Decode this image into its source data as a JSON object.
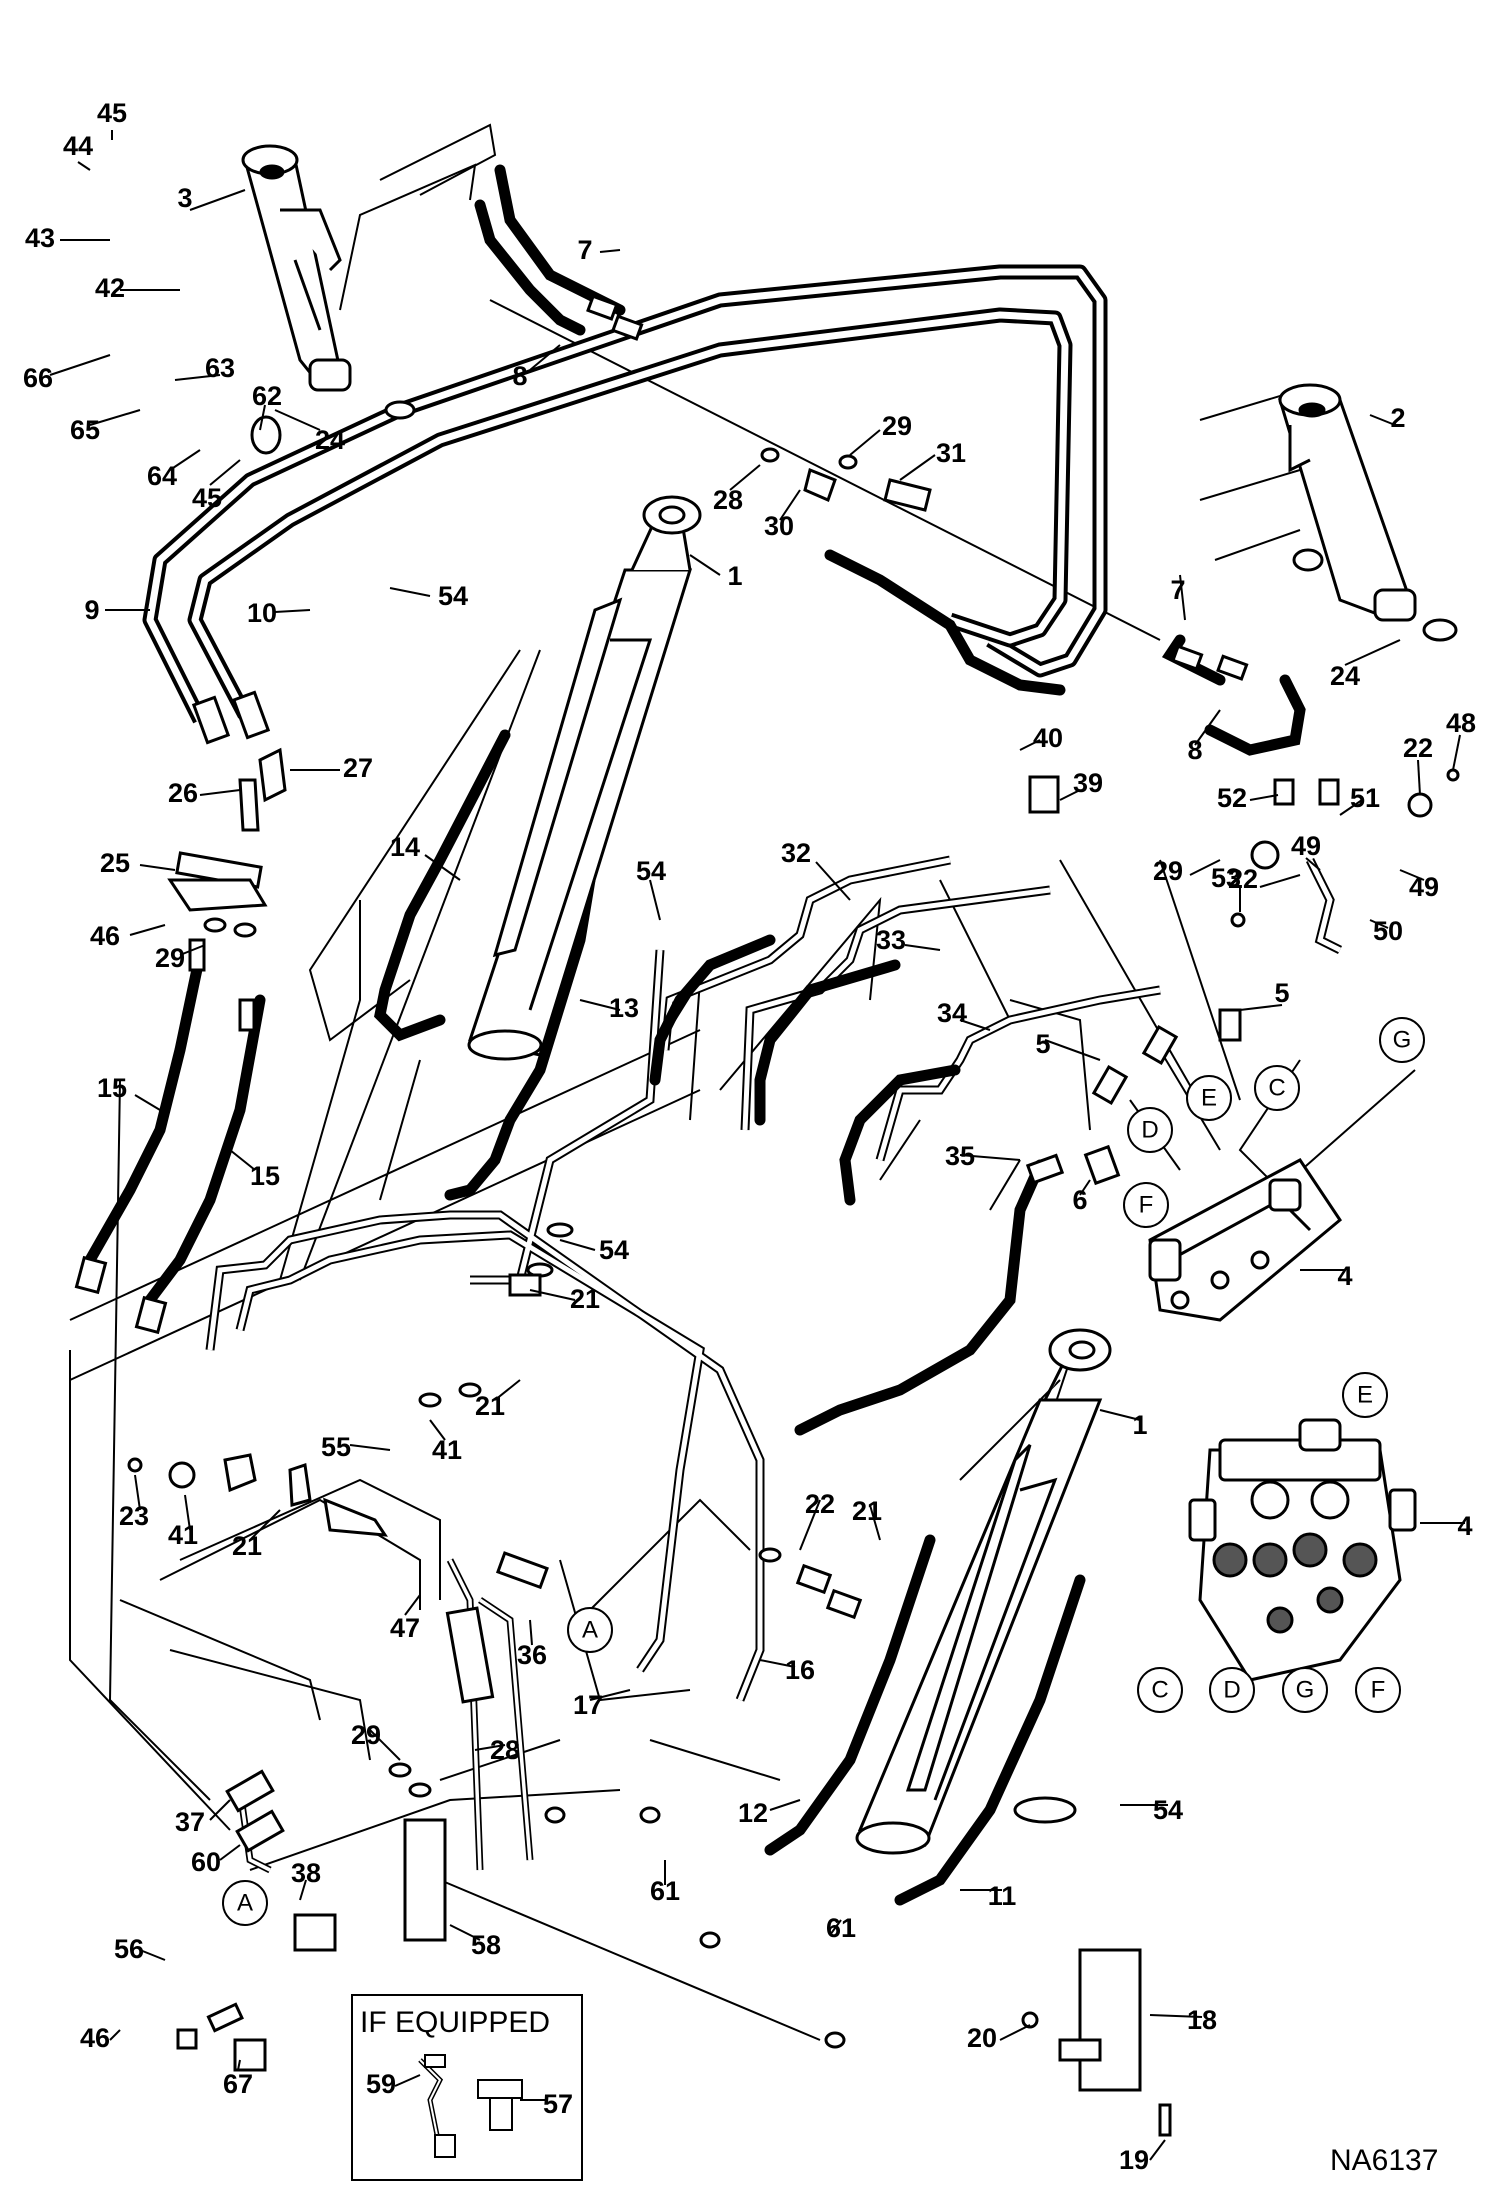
{
  "diagram": {
    "code": "NA6137",
    "inset_title": "IF EQUIPPED",
    "callouts": [
      {
        "n": "45"
      },
      {
        "n": "44"
      },
      {
        "n": "3"
      },
      {
        "n": "43"
      },
      {
        "n": "42"
      },
      {
        "n": "7"
      },
      {
        "n": "8"
      },
      {
        "n": "66"
      },
      {
        "n": "63"
      },
      {
        "n": "65"
      },
      {
        "n": "62"
      },
      {
        "n": "24"
      },
      {
        "n": "64"
      },
      {
        "n": "45"
      },
      {
        "n": "2"
      },
      {
        "n": "29"
      },
      {
        "n": "31"
      },
      {
        "n": "28"
      },
      {
        "n": "30"
      },
      {
        "n": "1"
      },
      {
        "n": "54"
      },
      {
        "n": "9"
      },
      {
        "n": "10"
      },
      {
        "n": "7"
      },
      {
        "n": "24"
      },
      {
        "n": "8"
      },
      {
        "n": "40"
      },
      {
        "n": "39"
      },
      {
        "n": "48"
      },
      {
        "n": "22"
      },
      {
        "n": "52"
      },
      {
        "n": "51"
      },
      {
        "n": "26"
      },
      {
        "n": "27"
      },
      {
        "n": "14"
      },
      {
        "n": "54"
      },
      {
        "n": "32"
      },
      {
        "n": "49"
      },
      {
        "n": "49"
      },
      {
        "n": "25"
      },
      {
        "n": "29"
      },
      {
        "n": "53"
      },
      {
        "n": "22"
      },
      {
        "n": "50"
      },
      {
        "n": "46"
      },
      {
        "n": "29"
      },
      {
        "n": "33"
      },
      {
        "n": "5"
      },
      {
        "n": "13"
      },
      {
        "n": "34"
      },
      {
        "n": "5"
      },
      {
        "n": "15"
      },
      {
        "n": "15"
      },
      {
        "n": "35"
      },
      {
        "n": "6"
      },
      {
        "n": "54"
      },
      {
        "n": "4"
      },
      {
        "n": "21"
      },
      {
        "n": "21"
      },
      {
        "n": "1"
      },
      {
        "n": "55"
      },
      {
        "n": "41"
      },
      {
        "n": "23"
      },
      {
        "n": "41"
      },
      {
        "n": "21"
      },
      {
        "n": "22"
      },
      {
        "n": "21"
      },
      {
        "n": "4"
      },
      {
        "n": "47"
      },
      {
        "n": "36"
      },
      {
        "n": "16"
      },
      {
        "n": "17"
      },
      {
        "n": "29"
      },
      {
        "n": "28"
      },
      {
        "n": "37"
      },
      {
        "n": "60"
      },
      {
        "n": "12"
      },
      {
        "n": "54"
      },
      {
        "n": "38"
      },
      {
        "n": "61"
      },
      {
        "n": "11"
      },
      {
        "n": "58"
      },
      {
        "n": "61"
      },
      {
        "n": "56"
      },
      {
        "n": "46"
      },
      {
        "n": "18"
      },
      {
        "n": "67"
      },
      {
        "n": "59"
      },
      {
        "n": "57"
      },
      {
        "n": "20"
      },
      {
        "n": "19"
      }
    ],
    "port_letters": [
      {
        "l": "G"
      },
      {
        "l": "E"
      },
      {
        "l": "C"
      },
      {
        "l": "D"
      },
      {
        "l": "F"
      },
      {
        "l": "A"
      },
      {
        "l": "E"
      },
      {
        "l": "C"
      },
      {
        "l": "D"
      },
      {
        "l": "G"
      },
      {
        "l": "F"
      },
      {
        "l": "A"
      }
    ]
  }
}
